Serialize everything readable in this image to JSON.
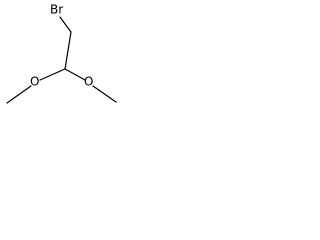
{
  "structure": {
    "atoms": {
      "bromine": "Br",
      "oxygen_left": "O",
      "oxygen_right": "O"
    },
    "bond_color": "#000000",
    "background_color": "#ffffff"
  }
}
